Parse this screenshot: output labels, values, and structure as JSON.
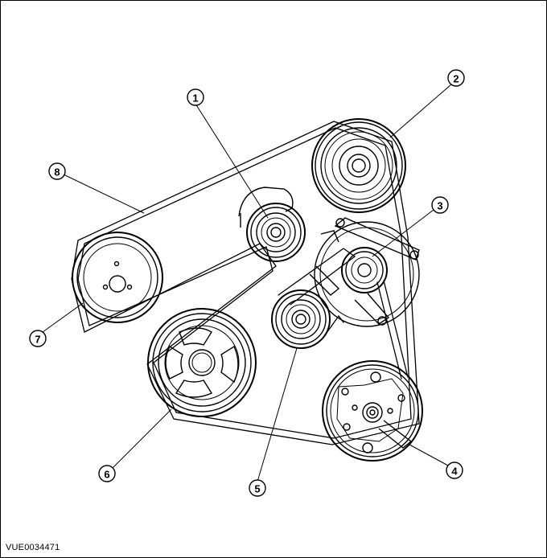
{
  "figure": {
    "code": "VUE0034471"
  },
  "callouts": [
    {
      "id": "1",
      "label": "1",
      "component": "idler-pulley-upper"
    },
    {
      "id": "2",
      "label": "2",
      "component": "alternator-pulley"
    },
    {
      "id": "3",
      "label": "3",
      "component": "belt-tensioner-pulley"
    },
    {
      "id": "4",
      "label": "4",
      "component": "ac-compressor-pulley"
    },
    {
      "id": "5",
      "label": "5",
      "component": "idler-pulley-lower"
    },
    {
      "id": "6",
      "label": "6",
      "component": "crankshaft-pulley"
    },
    {
      "id": "7",
      "label": "7",
      "component": "power-steering-pump-pulley"
    },
    {
      "id": "8",
      "label": "8",
      "component": "accessory-drive-belt"
    }
  ],
  "colors": {
    "line": "#000000",
    "background": "#ffffff"
  }
}
